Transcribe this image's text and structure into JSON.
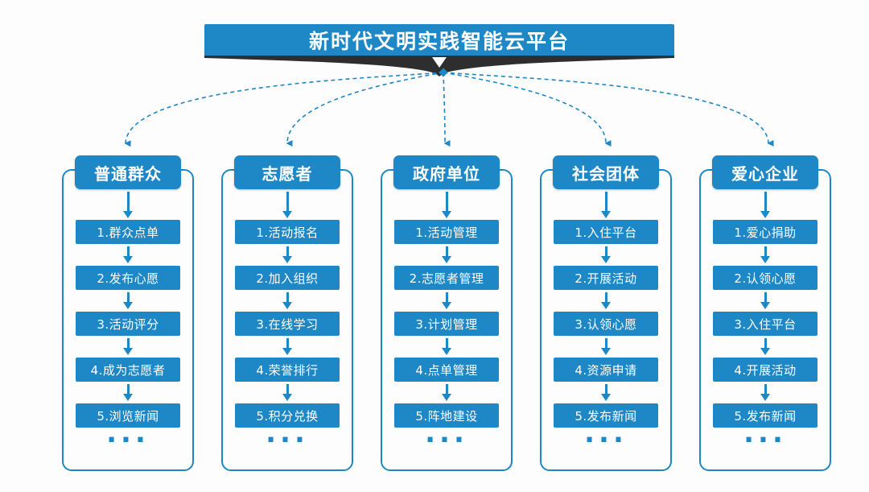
{
  "banner": {
    "title": "新时代文明实践智能云平台"
  },
  "colors": {
    "primary_blue": "#1e87c5",
    "ribbon_dark": "#2e2e2e",
    "text_on_blue": "#ffffff",
    "background": "#fdfdfd"
  },
  "icons": {
    "banner_arrow": "white down-triangle under banner",
    "connectors": "dashed curved arrows from hub to each column",
    "step_arrows": "solid down arrows between steps"
  },
  "columns": [
    {
      "header": "普通群众",
      "items": [
        "1.群众点单",
        "2.发布心愿",
        "3.活动评分",
        "4.成为志愿者",
        "5.浏览新闻"
      ],
      "ellipsis": "..."
    },
    {
      "header": "志愿者",
      "items": [
        "1.活动报名",
        "2.加入组织",
        "3.在线学习",
        "4.荣誉排行",
        "5.积分兑换"
      ],
      "ellipsis": "..."
    },
    {
      "header": "政府单位",
      "items": [
        "1.活动管理",
        "2.志愿者管理",
        "3.计划管理",
        "4.点单管理",
        "5.阵地建设"
      ],
      "ellipsis": "..."
    },
    {
      "header": "社会团体",
      "items": [
        "1.入住平台",
        "2.开展活动",
        "3.认领心愿",
        "4.资源申请",
        "5.发布新闻"
      ],
      "ellipsis": "..."
    },
    {
      "header": "爱心企业",
      "items": [
        "1.爱心捐助",
        "2.认领心愿",
        "3.入住平台",
        "4.开展活动",
        "5.发布新闻"
      ],
      "ellipsis": "..."
    }
  ]
}
